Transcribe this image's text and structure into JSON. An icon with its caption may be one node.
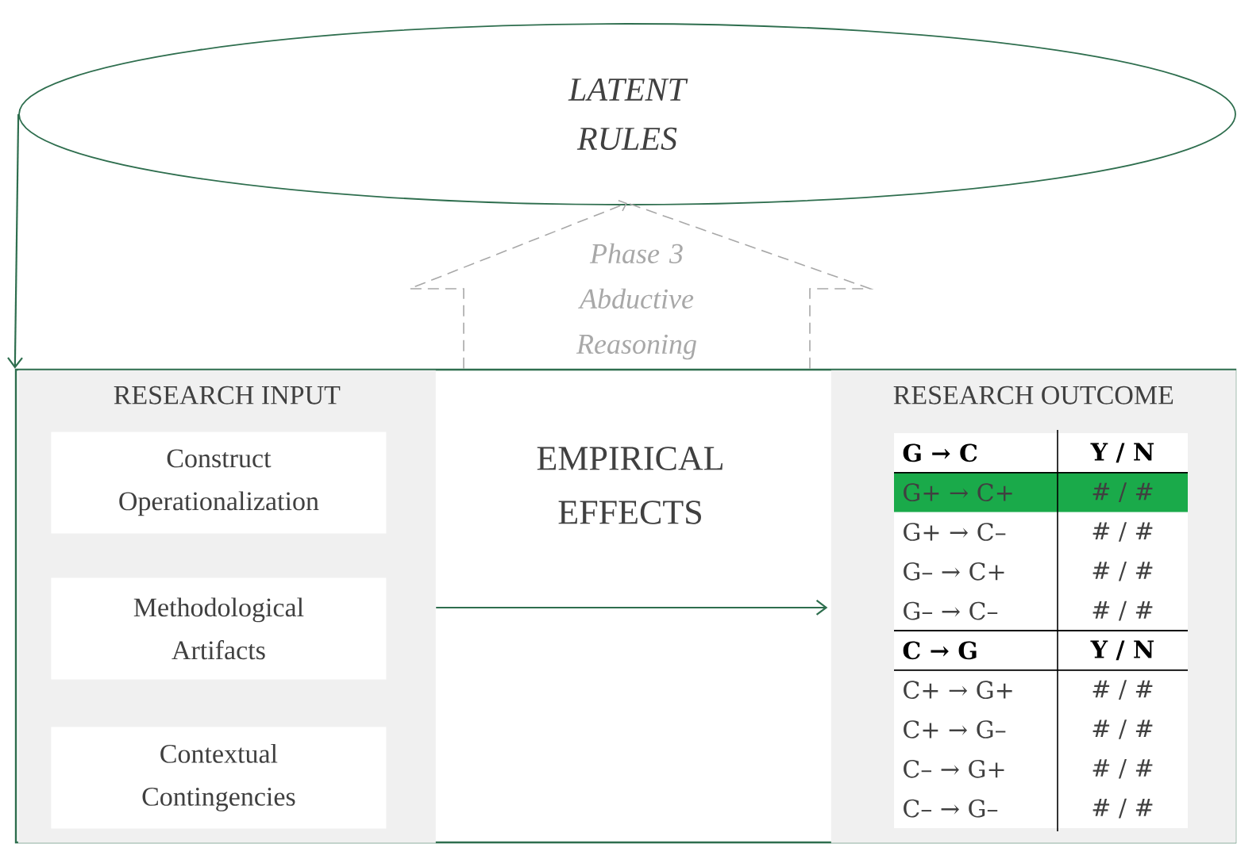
{
  "diagram": {
    "nodes": [
      {
        "text": [
          "LATENT RULES"
        ]
      },
      {
        "text": [],
        "shape": "box"
      },
      {
        "text": [
          "RESEARCH INPUT"
        ],
        "in": 1
      },
      {
        "text": [
          "Construct Operationalization"
        ],
        "in": 2
      },
      {
        "text": [
          "Methodological Artifacts"
        ],
        "in": 2
      },
      {
        "text": [
          "Contextual Contingencies"
        ],
        "in": 2
      },
      {
        "text": [
          "RESEARCH OUTCOME"
        ],
        "in": 1
      }
    ],
    "edges": [
      {
        "from": 0,
        "to": 1,
        "arrow": "to"
      },
      {
        "from": 1,
        "to": 0,
        "arrow": "to",
        "label": "Phase 3 Abductive Reasoning",
        "style": "dashed",
        "color": "#a8a8a8"
      },
      {
        "from": 2,
        "to": 6,
        "arrow": "to"
      }
    ],
    "labels": [
      "EMPIRICAL EFFECTS",
      "G → C",
      "Y / N",
      "G+ → C+",
      "# / #",
      "G+ → C–",
      "# / #",
      "G– → C+",
      "# / #",
      "G– → C–",
      "# / #",
      "C → G",
      "Y / N",
      "C+ → G+",
      "# / #",
      "C+ → G–",
      "# / #",
      "C– → G+",
      "# / #",
      "C– → G–",
      "# / #"
    ]
  }
}
